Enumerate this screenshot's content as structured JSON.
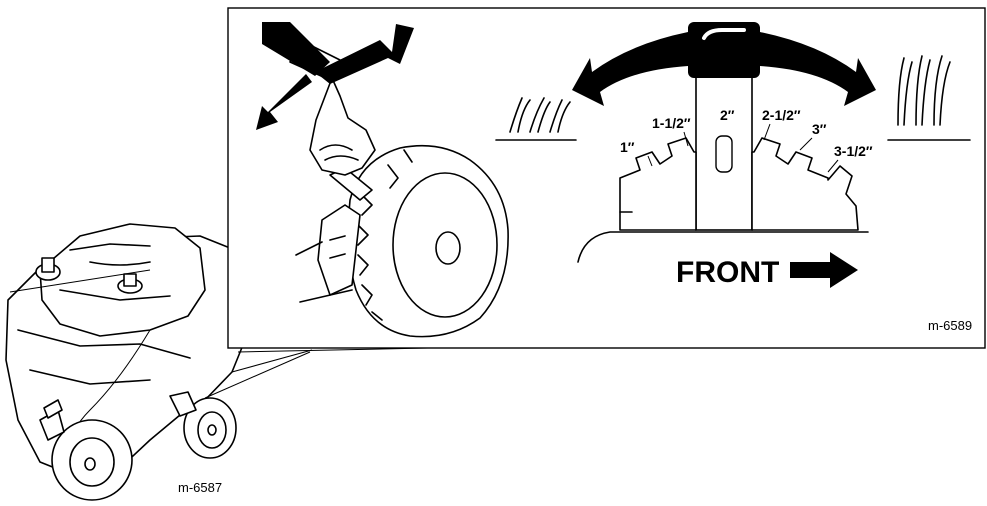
{
  "diagram": {
    "heights": [
      {
        "label": "1″"
      },
      {
        "label": "1-1/2″"
      },
      {
        "label": "2″"
      },
      {
        "label": "2-1/2″"
      },
      {
        "label": "3″"
      },
      {
        "label": "3-1/2″"
      }
    ],
    "front_label": "FRONT",
    "detail_code": "m-6589",
    "overview_code": "m-6587",
    "colors": {
      "line": "#000000",
      "background": "#ffffff"
    }
  }
}
